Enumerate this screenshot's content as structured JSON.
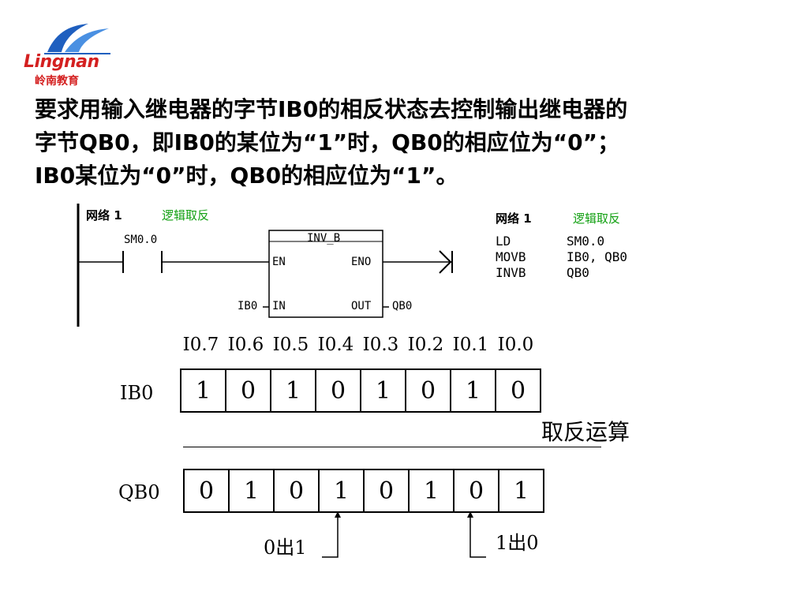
{
  "logo": {
    "name": "Lingnan",
    "chinese": "岭南教育"
  },
  "heading": {
    "lines": [
      "要求用输入继电器的字节IB0的相反状态去控制输出继电器的",
      "字节QB0，即IB0的某位为“1”时，QB0的相应位为“0”；",
      "IB0某位为“0”时，QB0的相应位为“1”。"
    ]
  },
  "ladder": {
    "network_label": "网络 1",
    "network_comment": "逻辑取反",
    "contact": "SM0.0",
    "block_name": "INV_B",
    "pin_en": "EN",
    "pin_eno": "ENO",
    "pin_in": "IN",
    "pin_out": "OUT",
    "in_operand": "IB0",
    "out_operand": "QB0"
  },
  "statement_list": {
    "network_label": "网络 1",
    "network_comment": "逻辑取反",
    "rows": [
      {
        "op": "LD",
        "arg": "SM0.0"
      },
      {
        "op": "MOVB",
        "arg": "IB0, QB0"
      },
      {
        "op": "INVB",
        "arg": "QB0"
      }
    ]
  },
  "bits": {
    "bit_labels": [
      "I0.7",
      "I0.6",
      "I0.5",
      "I0.4",
      "I0.3",
      "I0.2",
      "I0.1",
      "I0.0"
    ],
    "ib0_label": "IB0",
    "ib0_values": [
      "1",
      "0",
      "1",
      "0",
      "1",
      "0",
      "1",
      "0"
    ],
    "operation": "取反运算",
    "qb0_label": "QB0",
    "qb0_values": [
      "0",
      "1",
      "0",
      "1",
      "0",
      "1",
      "0",
      "1"
    ],
    "note_left": "0出1",
    "note_right": "1出0"
  },
  "colors": {
    "logo_blue": "#1f5fbf",
    "logo_red": "#d42020",
    "comment_green": "#12a012"
  }
}
